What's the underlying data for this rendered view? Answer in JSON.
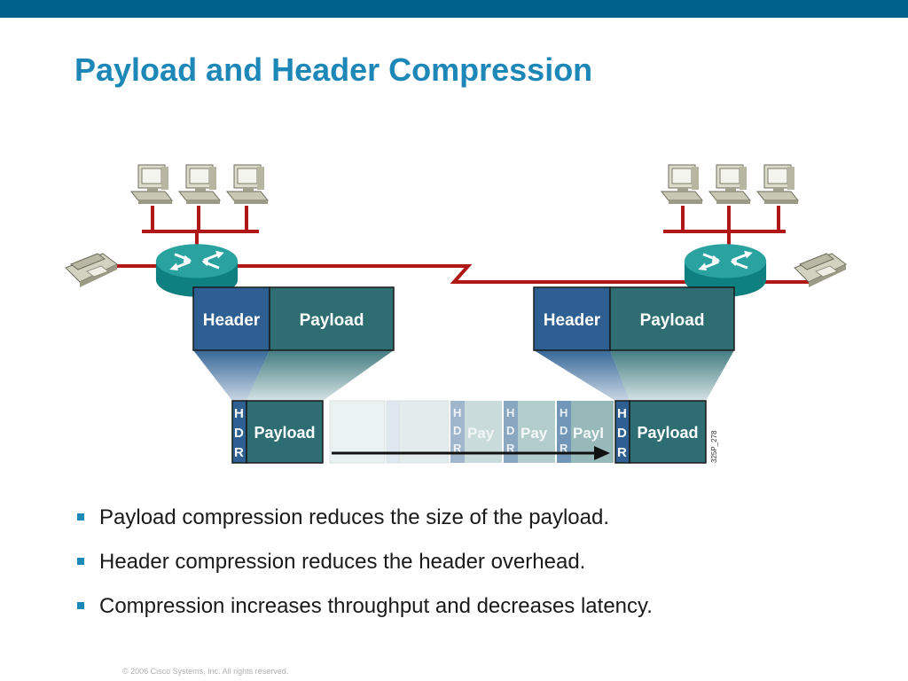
{
  "title": "Payload and Header Compression",
  "diagram": {
    "left_packet": {
      "header": "Header",
      "payload": "Payload"
    },
    "right_packet": {
      "header": "Header",
      "payload": "Payload"
    },
    "compressed_left": {
      "hdr_letters": [
        "H",
        "D",
        "R"
      ],
      "payload": "Payload"
    },
    "compressed_right": {
      "hdr_letters": [
        "H",
        "D",
        "R"
      ],
      "payload": "Payload"
    },
    "ghost_labels": [
      "Pay",
      "Pay",
      "Payl"
    ],
    "figure_id": "325P_278"
  },
  "bullets": [
    "Payload compression reduces the size of the payload.",
    "Header compression reduces the header overhead.",
    "Compression increases throughput and decreases latency."
  ],
  "footer": {
    "copyright": "© 2006 Cisco Systems, Inc. All rights reserved."
  },
  "colors": {
    "brand_bar": "#00628c",
    "title": "#1d87b8",
    "header_block": "#2d5f93",
    "payload_block": "#2e6e73",
    "network_line": "#b01818"
  }
}
